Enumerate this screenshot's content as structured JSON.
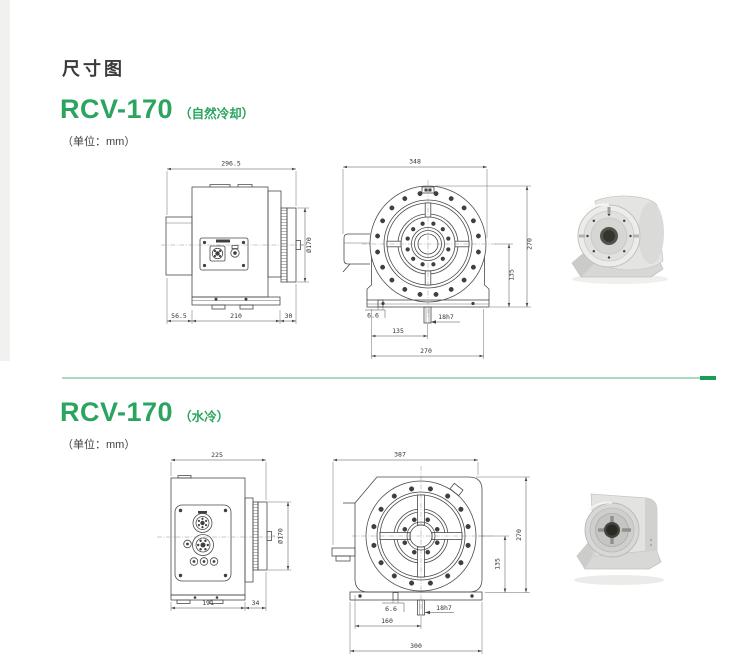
{
  "page": {
    "title": "尺寸图"
  },
  "colors": {
    "accent_green": "#2aa45f",
    "divider_green": "#a9d9be",
    "divider_dark_green": "#189e56",
    "drawing_line": "#4a4a4a"
  },
  "sections": [
    {
      "model": "RCV-170",
      "variant": "（自然冷却）",
      "unit": "（单位：mm）",
      "side_view": {
        "total_width": "296.5",
        "diameter": "Ø170",
        "dim_left": "56.5",
        "dim_mid": "210",
        "dim_right": "30"
      },
      "front_view": {
        "total_width": "348",
        "total_height": "270",
        "center_height": "135",
        "slot_width": "6.6",
        "keyway": "18h7",
        "bottom_left": "135",
        "bottom_total": "270"
      }
    },
    {
      "model": "RCV-170",
      "variant": "（水冷）",
      "unit": "（单位：mm）",
      "side_view": {
        "total_width": "225",
        "diameter": "Ø170",
        "dim_left": "191",
        "dim_right": "34"
      },
      "front_view": {
        "total_width": "387",
        "total_height": "270",
        "center_height": "135",
        "slot_width": "6.6",
        "keyway": "18h7",
        "bottom_left": "160",
        "bottom_total": "300"
      }
    }
  ]
}
